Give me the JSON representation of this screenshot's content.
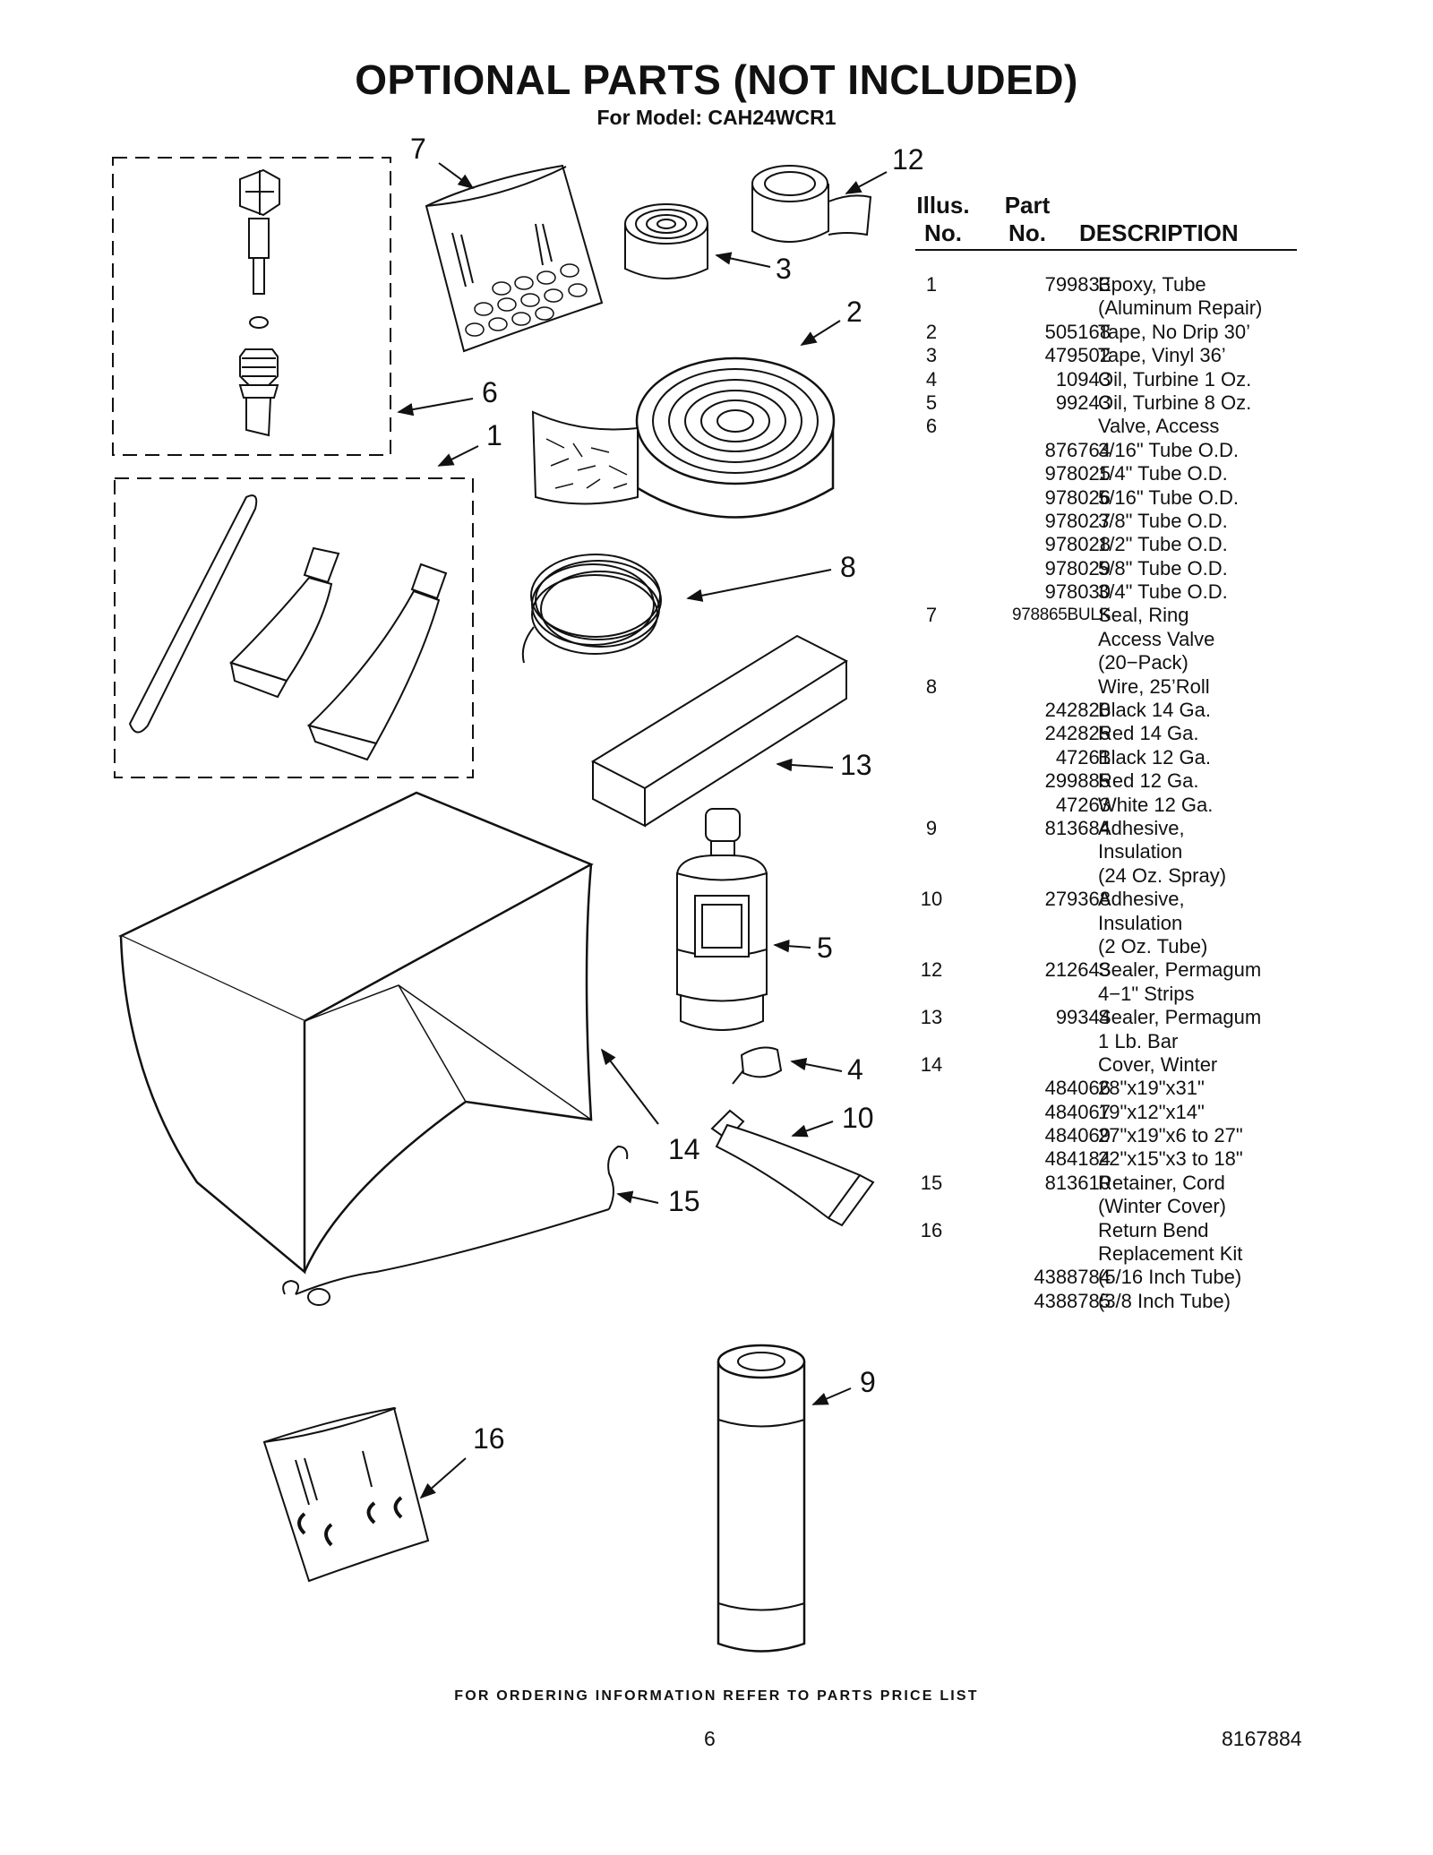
{
  "header": {
    "title": "OPTIONAL PARTS (NOT INCLUDED)",
    "subtitle": "For Model: CAH24WCR1"
  },
  "callouts": [
    "7",
    "12",
    "3",
    "2",
    "6",
    "1",
    "8",
    "13",
    "5",
    "4",
    "10",
    "14",
    "15",
    "9",
    "16"
  ],
  "table": {
    "col_illus_line1": "Illus.",
    "col_illus_line2": "No.",
    "col_part_line1": "Part",
    "col_part_line2": "No.",
    "col_description": "DESCRIPTION",
    "rows": [
      {
        "no": "1",
        "part": "799833",
        "desc": "Epoxy, Tube"
      },
      {
        "no": "",
        "part": "",
        "desc": "(Aluminum Repair)"
      },
      {
        "no": "2",
        "part": "505168",
        "desc": "Tape, No Drip 30’"
      },
      {
        "no": "3",
        "part": "479502",
        "desc": "Tape, Vinyl 36’"
      },
      {
        "no": "4",
        "part": "10943",
        "desc": "Oil, Turbine 1 Oz."
      },
      {
        "no": "5",
        "part": "99243",
        "desc": "Oil, Turbine 8 Oz."
      },
      {
        "no": "6",
        "part": "",
        "desc": "Valve, Access"
      },
      {
        "no": "",
        "part": "876764",
        "desc": "3/16\" Tube O.D."
      },
      {
        "no": "",
        "part": "978025",
        "desc": "1/4\" Tube O.D."
      },
      {
        "no": "",
        "part": "978026",
        "desc": "5/16\" Tube O.D."
      },
      {
        "no": "",
        "part": "978027",
        "desc": "3/8\" Tube O.D."
      },
      {
        "no": "",
        "part": "978028",
        "desc": "1/2\" Tube O.D."
      },
      {
        "no": "",
        "part": "978029",
        "desc": "5/8\" Tube O.D."
      },
      {
        "no": "",
        "part": "978030",
        "desc": "3/4\" Tube O.D."
      },
      {
        "no": "7",
        "part": "978865BULK",
        "desc": "Seal, Ring"
      },
      {
        "no": "",
        "part": "",
        "desc": "Access Valve"
      },
      {
        "no": "",
        "part": "",
        "desc": "(20−Pack)"
      },
      {
        "no": "8",
        "part": "",
        "desc": "Wire, 25’Roll"
      },
      {
        "no": "",
        "part": "242820",
        "desc": "Black 14 Ga."
      },
      {
        "no": "",
        "part": "242825",
        "desc": "Red 14 Ga."
      },
      {
        "no": "",
        "part": "47261",
        "desc": "Black 12 Ga."
      },
      {
        "no": "",
        "part": "299885",
        "desc": "Red 12 Ga."
      },
      {
        "no": "",
        "part": "47263",
        "desc": "White 12 Ga."
      },
      {
        "no": "9",
        "part": "813684",
        "desc": "Adhesive,"
      },
      {
        "no": "",
        "part": "",
        "desc": "Insulation"
      },
      {
        "no": "",
        "part": "",
        "desc": "(24 Oz. Spray)"
      },
      {
        "no": "10",
        "part": "279368",
        "desc": "Adhesive,"
      },
      {
        "no": "",
        "part": "",
        "desc": "Insulation"
      },
      {
        "no": "",
        "part": "",
        "desc": "(2 Oz. Tube)"
      },
      {
        "no": "12",
        "part": "212643",
        "desc": "Sealer, Permagum"
      },
      {
        "no": "",
        "part": "",
        "desc": "4−1\" Strips"
      },
      {
        "no": "13",
        "part": "99344",
        "desc": "Sealer, Permagum"
      },
      {
        "no": "",
        "part": "",
        "desc": "1 Lb. Bar"
      },
      {
        "no": "14",
        "part": "",
        "desc": "Cover, Winter"
      },
      {
        "no": "",
        "part": "484066",
        "desc": "28\"x19\"x31\""
      },
      {
        "no": "",
        "part": "484067",
        "desc": "19\"x12\"x14\""
      },
      {
        "no": "",
        "part": "484069",
        "desc": "27\"x19\"x6 to 27\""
      },
      {
        "no": "",
        "part": "484184",
        "desc": "22\"x15\"x3 to 18\""
      },
      {
        "no": "15",
        "part": "813610",
        "desc": "Retainer, Cord"
      },
      {
        "no": "",
        "part": "",
        "desc": "(Winter Cover)"
      },
      {
        "no": "16",
        "part": "",
        "desc": "Return Bend"
      },
      {
        "no": "",
        "part": "",
        "desc": "Replacement Kit"
      },
      {
        "no": "",
        "part": "4388784",
        "desc": "(5/16 Inch Tube)"
      },
      {
        "no": "",
        "part": "4388785",
        "desc": "(3/8 Inch Tube)"
      }
    ]
  },
  "footer": {
    "note": "FOR ORDERING INFORMATION REFER TO PARTS PRICE LIST",
    "page_number": "6",
    "document_number": "8167884"
  }
}
